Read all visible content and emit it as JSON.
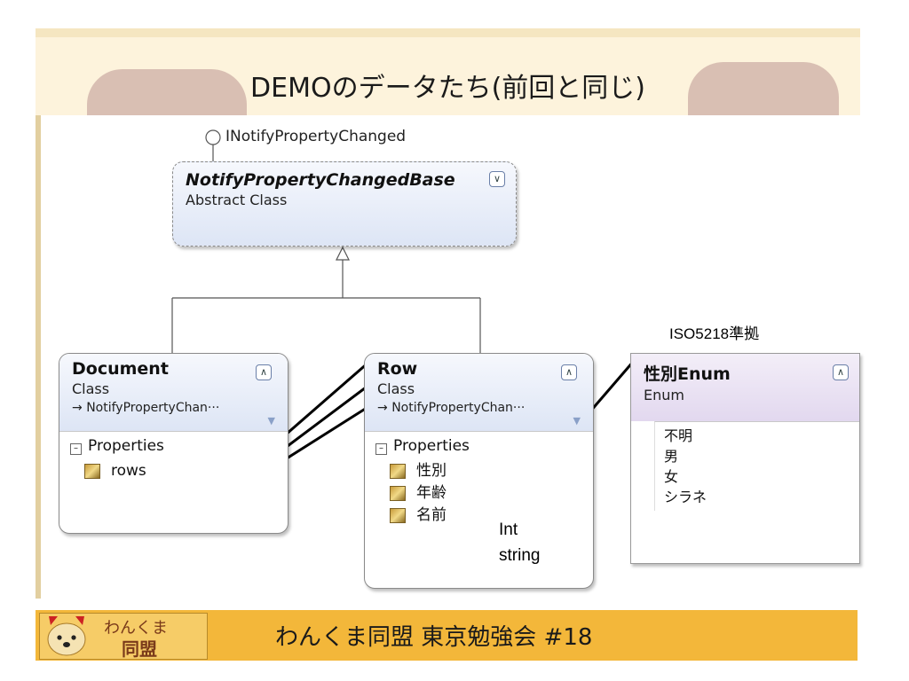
{
  "slide": {
    "title": "DEMOのデータたち(前回と同じ)",
    "footer_text": "わんくま同盟 東京勉強会 #18",
    "logo_text_top": "わんくま",
    "logo_text_bottom": "同盟"
  },
  "diagram": {
    "interface_label": "INotifyPropertyChanged",
    "base_class": {
      "name": "NotifyPropertyChangedBase",
      "type": "Abstract Class"
    },
    "document_class": {
      "name": "Document",
      "type": "Class",
      "inherits": "NotifyPropertyChan···",
      "section_label": "Properties",
      "properties": [
        "rows"
      ]
    },
    "row_class": {
      "name": "Row",
      "type": "Class",
      "inherits": "NotifyPropertyChan···",
      "section_label": "Properties",
      "properties": [
        "性別",
        "年齢",
        "名前"
      ]
    },
    "enum": {
      "name": "性別Enum",
      "type": "Enum",
      "values": [
        "不明",
        "男",
        "女",
        "シラネ"
      ]
    },
    "annotations": {
      "iso": "ISO5218準拠",
      "age_type": "Int",
      "name_type": "string"
    }
  },
  "colors": {
    "header_band": "#fdf3dc",
    "footer_bg": "#f3b73a",
    "box_header": "#dde5f5"
  },
  "icons": [
    "interface-lollipop-icon",
    "collapse-chevron-icon",
    "filter-icon",
    "property-icon",
    "minus-expander-icon",
    "bear-logo-icon"
  ]
}
